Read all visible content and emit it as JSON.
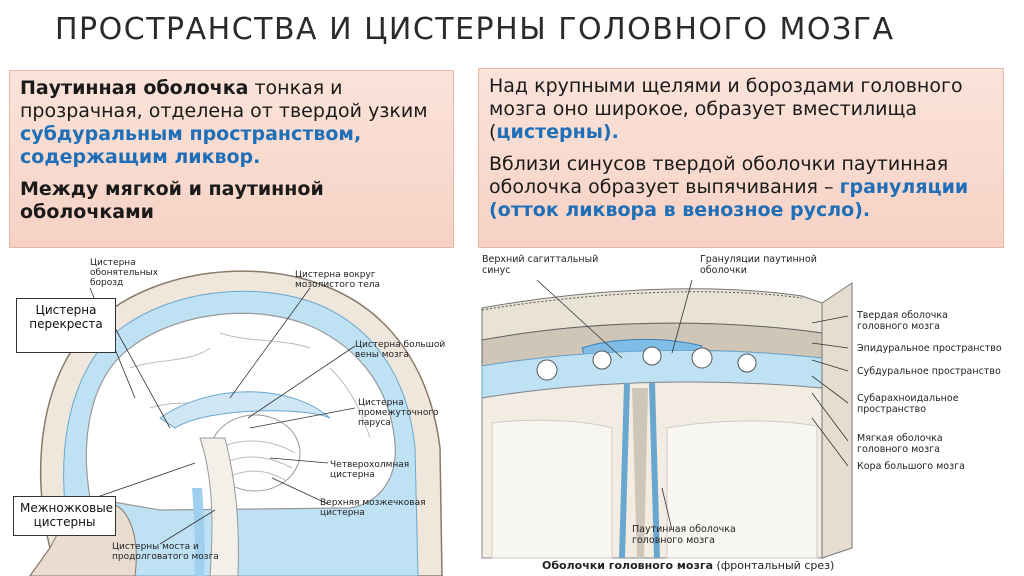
{
  "title": "ПРОСТРАНСТВА И ЦИСТЕРНЫ  ГОЛОВНОГО   МОЗГА",
  "left_box": {
    "p1_term": "Паутинная оболочка",
    "p1_text": " тонкая и прозрачная, отделена от твердой узким ",
    "p1_hl": "субдуральным пространством, содержащим ликвор",
    "p1_end": ".",
    "p2": "Между мягкой и паутинной оболочками"
  },
  "right_box": {
    "p1_text": "Над крупными щелями и бороздами головного мозга оно широкое, образует вместилища (",
    "p1_hl": "цистерны",
    "p1_end": ").",
    "p2_text": "Вблизи синусов твердой оболочки паутинная оболочка образует выпячивания – ",
    "p2_hl": "грануляции",
    "p2_paren": " (отток ликвора  в венозное русло)."
  },
  "left_figure": {
    "labels": {
      "olfactory": "Цистерна\nобонятельных\nборозд",
      "callosum": "Цистерна вокруг\nмозолистого тела",
      "great_vein": "Цистерна большой\nвены мозга",
      "velum": "Цистерна\nпромежуточного\nпаруса",
      "quadrigeminal": "Четверохолмная\nцистерна",
      "sup_cerebellar": "Верхняя мозжечковая\nцистерна",
      "pons": "Цистерны моста и\nпродолговатого мозга"
    },
    "callout_chiasm": "Цистерна перекреста",
    "callout_interped": "Межножковые цистерны"
  },
  "right_figure": {
    "labels": {
      "sinus": "Верхний сагиттальный\nсинус",
      "granulations": "Грануляции паутинной\nоболочки",
      "dura": "Твердая оболочка\nголовного мозга",
      "epidural": "Эпидуральное пространство",
      "subdural": "Субдуральное пространство",
      "subarachnoid": "Субарахноидальное\nпространство",
      "pia": "Мягкая оболочка\nголовного мозга",
      "cortex": "Кора большого мозга",
      "arachnoid": "Паутинная оболочка\nголовного мозга"
    },
    "caption_bold": "Оболочки головного мозга",
    "caption_rest": " (фронтальный срез)"
  },
  "colors": {
    "accent": "#1f6fb8",
    "box_bg": "#f8d9cd",
    "csf": "#9fd0ef"
  }
}
